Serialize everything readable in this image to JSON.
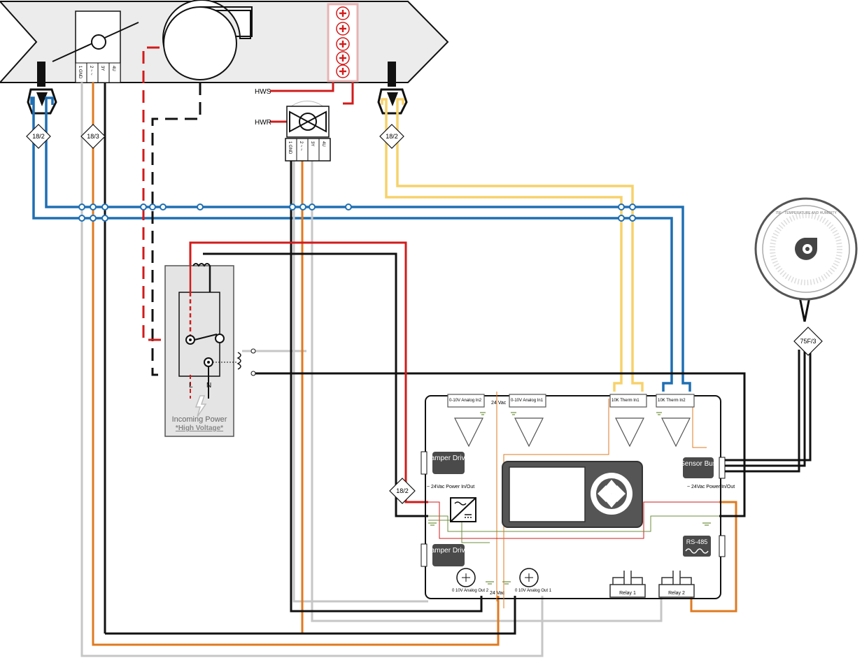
{
  "colors": {
    "blue": "#1f6fb3",
    "yellow": "#f7d26b",
    "orange": "#e07a1f",
    "gray": "#c6c6c6",
    "red": "#d21b1b",
    "black": "#111111",
    "green": "#6d8f3c",
    "duct": "#ececec",
    "module_dark": "#4a4a4a",
    "heater_pink": "#e8b3b3"
  },
  "cable_labels": {
    "left_sensor": "18/2",
    "actuator": "18/3",
    "right_sensor": "18/2",
    "power": "18/2",
    "sensor_bus": "75F/3"
  },
  "valve": {
    "hws": "HWS",
    "hwr": "HWR"
  },
  "terminals": {
    "t1": "1 GND",
    "t2": "2 ~ ~",
    "t3": "3Y",
    "t4": "4U"
  },
  "power_box": {
    "l": "L",
    "n": "N",
    "title": "Incoming Power",
    "subtitle": "*High Voltage*"
  },
  "controller": {
    "analog_in2": "0-10V Analog In2",
    "analog_in1": "0-10V Analog In1",
    "therm_in1": "10K Therm In1",
    "therm_in2": "10K Therm In2",
    "vac_top": "24 Vac",
    "vac_bottom": "24 Vac",
    "damper_driver_top": "Damper Driver",
    "damper_driver_bottom": "Damper Driver",
    "power_left": "~ 24Vac Power In/Out",
    "power_right": "~ 24Vac Power In/Out",
    "sensor_bus": "Sensor Bus",
    "rs485": "RS-485",
    "analog_out2": "0 10V Analog Out 2",
    "analog_out1": "0 10V Analog Out 1",
    "relay1": "Relay 1",
    "relay2": "Relay 2"
  },
  "sensor_device": {
    "ring_text": "75F · TEMPERATURE AND HUMIDITY"
  }
}
